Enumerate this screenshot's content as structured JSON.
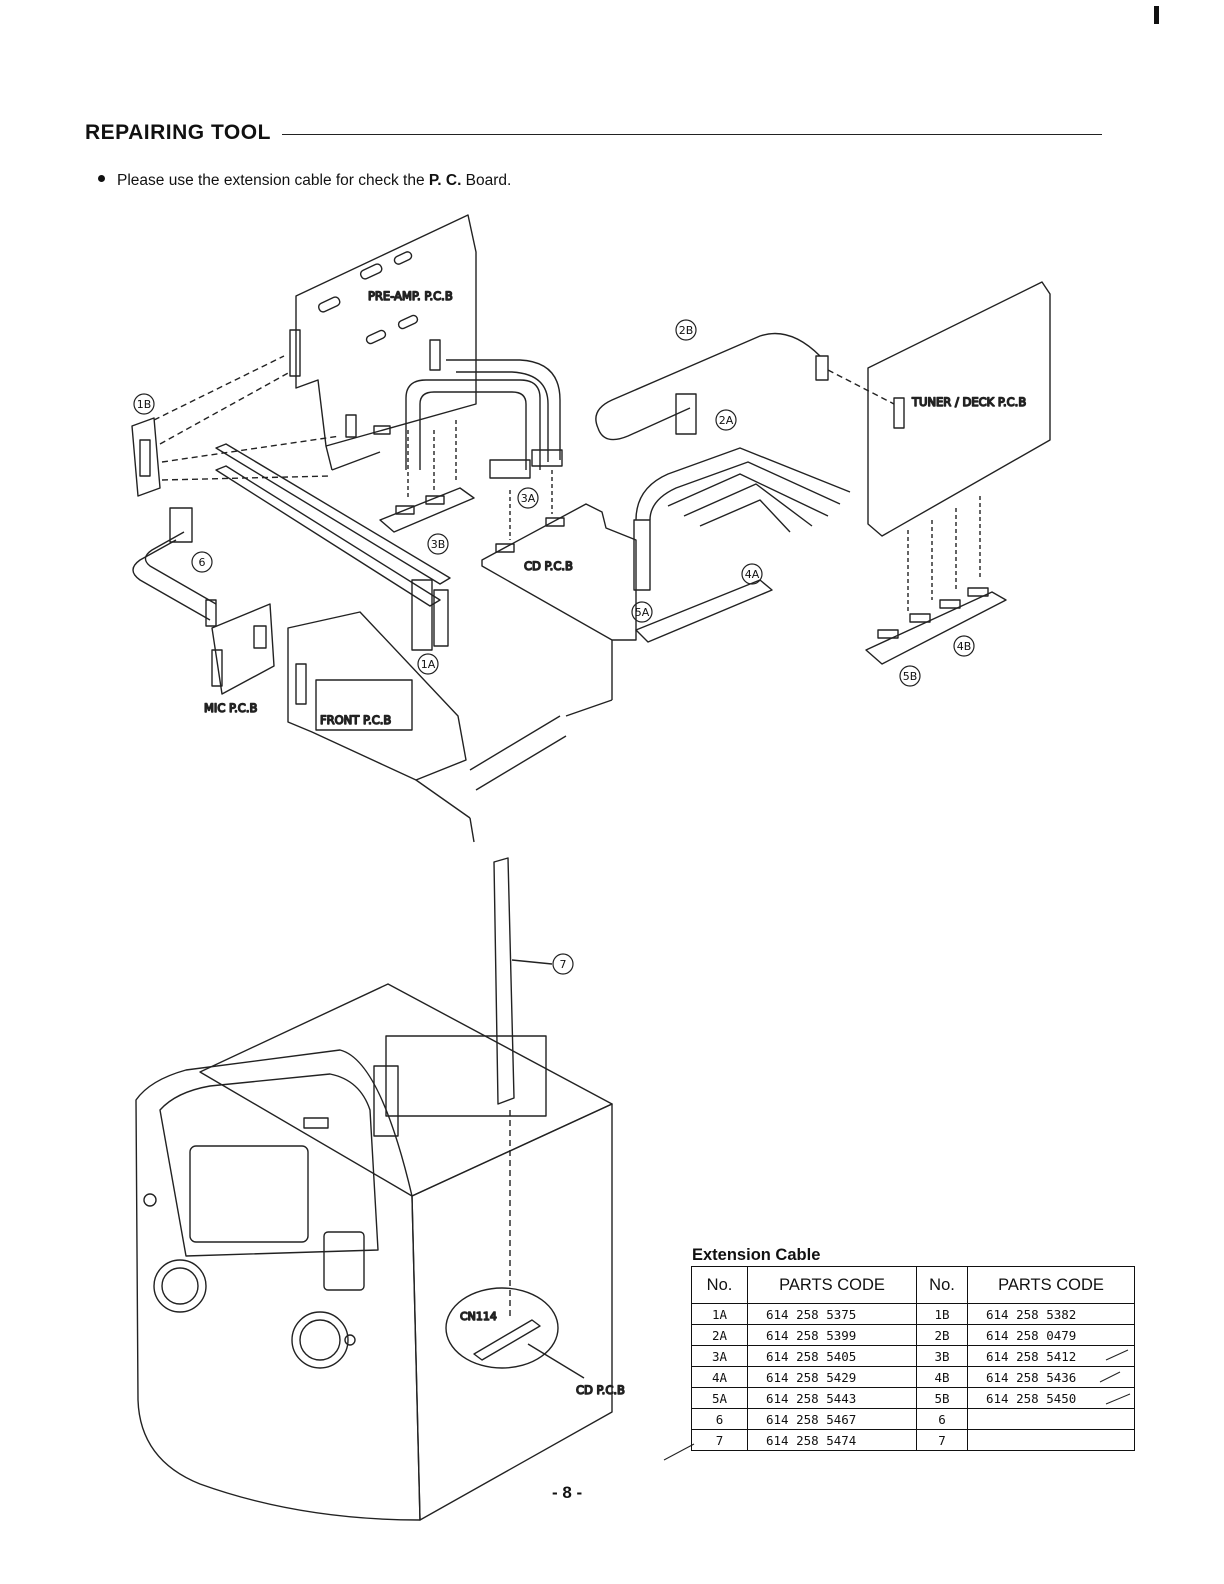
{
  "page": {
    "section_title": "REPAIRING TOOL",
    "instruction_prefix": "Please use the extension cable for check the ",
    "instruction_bold": "P. C.",
    "instruction_suffix": " Board.",
    "page_number": "- 8 -"
  },
  "diagram": {
    "board_labels": {
      "pre_amp": "PRE-AMP. P.C.B",
      "tuner_deck": "TUNER / DECK  P.C.B",
      "cd": "CD  P.C.B",
      "mic": "MIC P.C.B",
      "front": "FRONT  P.C.B",
      "cd_lower": "CD  P.C.B",
      "connector": "CN114"
    },
    "callouts": [
      "1B",
      "2B",
      "2A",
      "3A",
      "3B",
      "6",
      "4A",
      "5A",
      "4B",
      "5B",
      "1A",
      "7"
    ]
  },
  "table": {
    "title": "Extension Cable",
    "headers": [
      "No.",
      "PARTS  CODE",
      "No.",
      "PARTS  CODE"
    ],
    "rows": [
      [
        "1A",
        "614 258 5375",
        "1B",
        "614 258 5382"
      ],
      [
        "2A",
        "614 258 5399",
        "2B",
        "614 258 0479"
      ],
      [
        "3A",
        "614 258 5405",
        "3B",
        "614 258 5412"
      ],
      [
        "4A",
        "614 258 5429",
        "4B",
        "614 258 5436"
      ],
      [
        "5A",
        "614 258 5443",
        "5B",
        "614 258 5450"
      ],
      [
        "6",
        "614 258 5467",
        "6",
        ""
      ],
      [
        "7",
        "614 258 5474",
        "7",
        ""
      ]
    ]
  }
}
